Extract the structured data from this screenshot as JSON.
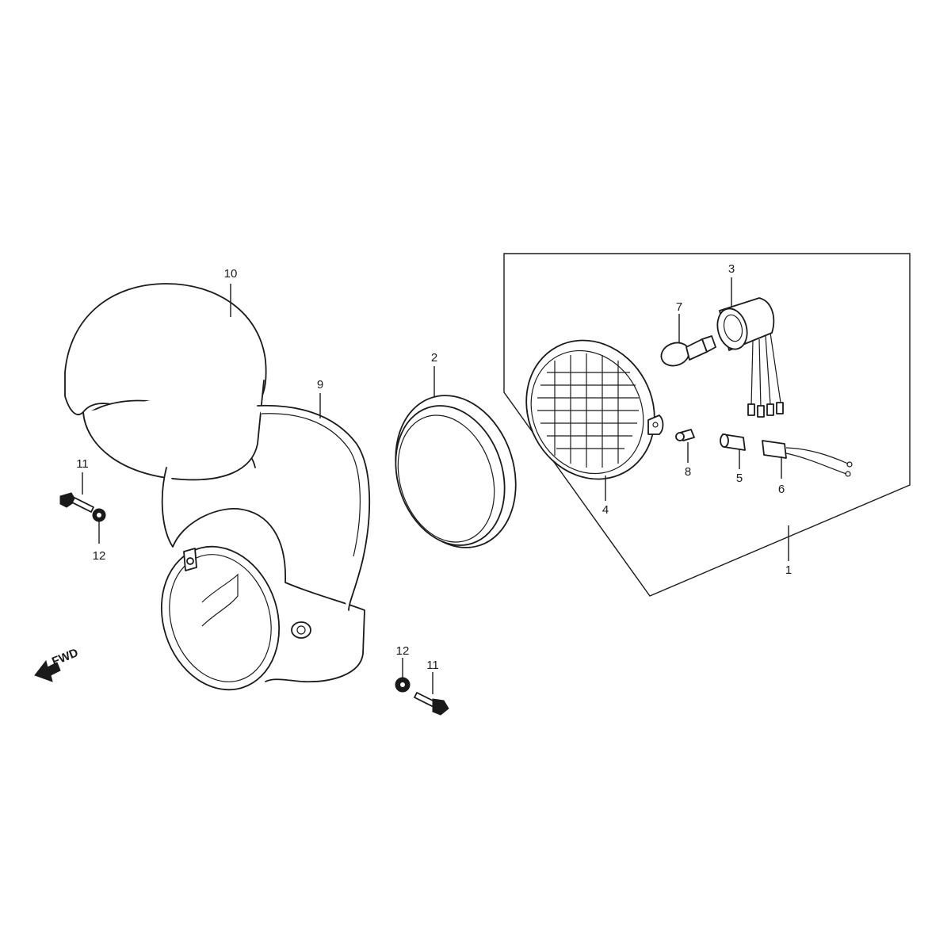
{
  "diagram": {
    "fwd_label": "FWD",
    "callouts": {
      "c1": "1",
      "c2": "2",
      "c3": "3",
      "c4": "4",
      "c5": "5",
      "c6": "6",
      "c7": "7",
      "c8": "8",
      "c9": "9",
      "c10": "10",
      "c11_left": "11",
      "c12_left": "12",
      "c11_bottom": "11",
      "c12_bottom": "12"
    }
  }
}
